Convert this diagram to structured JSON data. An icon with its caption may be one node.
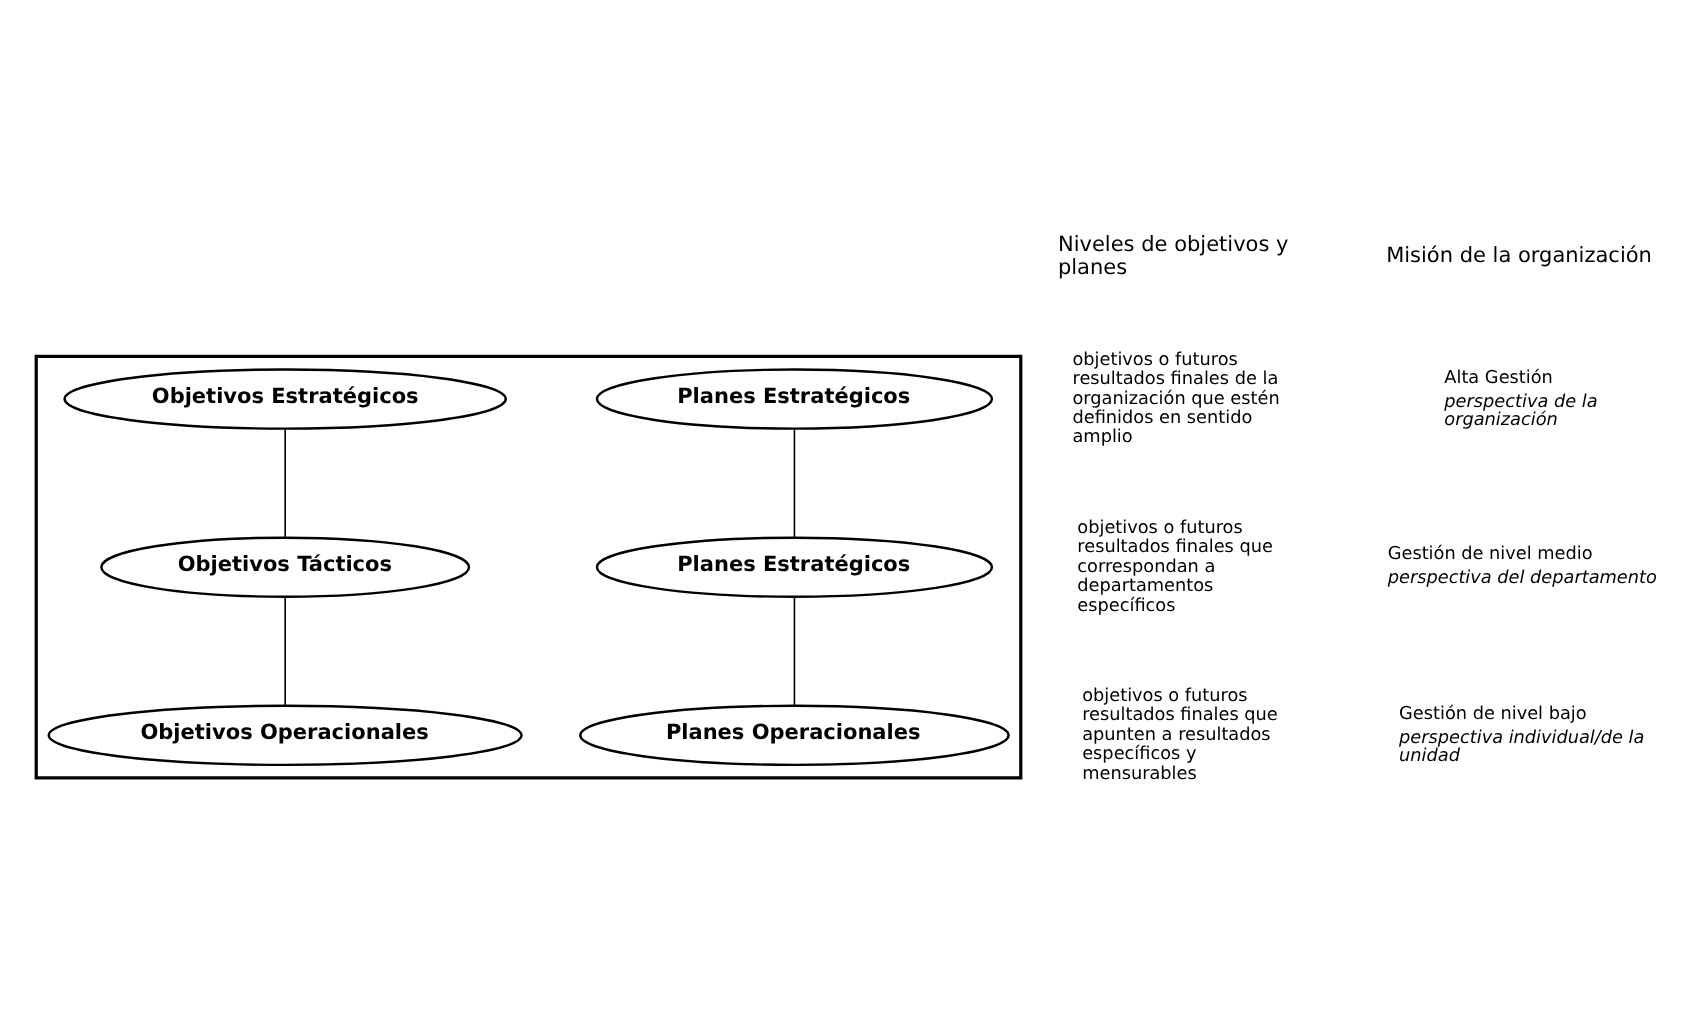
{
  "diagram": {
    "nodes": [
      {
        "text": [],
        "shape": "triangle"
      },
      {
        "text": [
          "Objetivos Estratégicos"
        ],
        "in": 0
      },
      {
        "text": [
          "Planes Estratégicos"
        ],
        "in": 0
      },
      {
        "text": [
          "Objetivos Tácticos"
        ],
        "in": 0
      },
      {
        "text": [
          "Planes Estratégicos"
        ],
        "in": 0
      },
      {
        "text": [
          "Objetivos Operacionales"
        ],
        "in": 0
      },
      {
        "text": [
          "Planes Operacionales"
        ],
        "in": 0
      }
    ],
    "edges": [
      {
        "from": 1,
        "to": 3,
        "arrow": "none"
      },
      {
        "from": 3,
        "to": 5,
        "arrow": "none"
      },
      {
        "from": 2,
        "to": 4,
        "arrow": "none"
      },
      {
        "from": 4,
        "to": 6,
        "arrow": "none"
      }
    ],
    "labels": [
      "Niveles de objetivos y planes",
      "Misión de la organización",
      "objetivos o futuros resultados finales de la organización que estén definidos en sentido amplio",
      "Alta Gestión",
      "perspectiva de la organización",
      "objetivos o futuros resultados finales que correspondan a departamentos específicos",
      "Gestión de nivel medio",
      "perspectiva del departamento",
      "objetivos o futuros resultados finales que apunten a resultados específicos y mensurables",
      "Gestión de nivel bajo",
      "perspectiva individual/de la unidad"
    ]
  }
}
